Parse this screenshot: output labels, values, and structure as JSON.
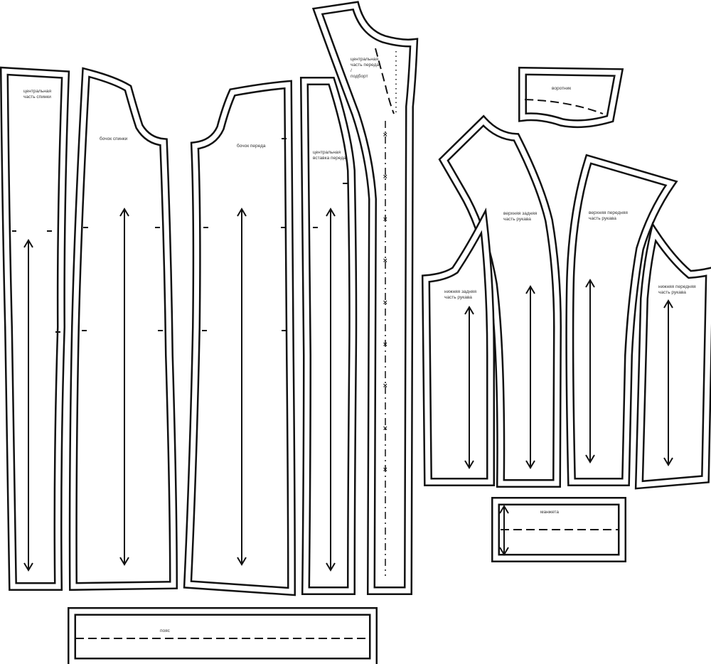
{
  "title": "Sewing pattern pieces",
  "pieces": {
    "center_back": {
      "line1": "центральная",
      "line2": "часть спинки"
    },
    "side_back": {
      "line1": "бочок спинки"
    },
    "side_front": {
      "line1": "бочок переда"
    },
    "center_front_insert": {
      "line1": "центральная",
      "line2": "вставка переда"
    },
    "center_front": {
      "line1": "центральная",
      "line2": "часть переда",
      "line3": "/",
      "line4": "подборт"
    },
    "collar": {
      "line1": "воротник"
    },
    "upper_back_sleeve": {
      "line1": "верхняя задняя",
      "line2": "часть рукава"
    },
    "upper_front_sleeve": {
      "line1": "верхняя передняя",
      "line2": "часть рукава"
    },
    "lower_back_sleeve": {
      "line1": "нижняя задняя",
      "line2": "часть рукава"
    },
    "lower_front_sleeve": {
      "line1": "нижняя передняя",
      "line2": "часть рукава"
    },
    "cuff": {
      "line1": "манжета"
    },
    "belt": {
      "line1": "пояс"
    }
  }
}
